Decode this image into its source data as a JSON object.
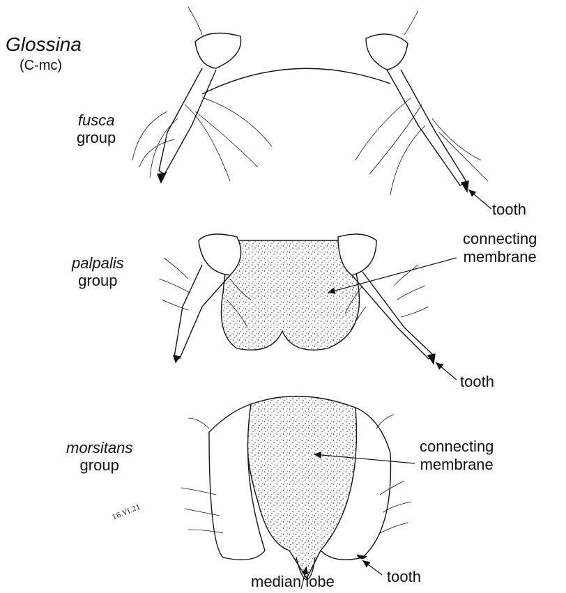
{
  "genus": "Glossina",
  "code": "(C-mc)",
  "groups": [
    {
      "name": "fusca",
      "word": "group"
    },
    {
      "name": "palpalis",
      "word": "group"
    },
    {
      "name": "morsitans",
      "word": "group"
    }
  ],
  "annotations": {
    "fusca_tooth": "tooth",
    "palpalis_membrane_1": "connecting",
    "palpalis_membrane_2": "membrane",
    "palpalis_tooth": "tooth",
    "morsitans_membrane_1": "connecting",
    "morsitans_membrane_2": "membrane",
    "morsitans_tooth": "tooth",
    "median_lobe": "median lobe"
  },
  "signature": "16.VI.21"
}
